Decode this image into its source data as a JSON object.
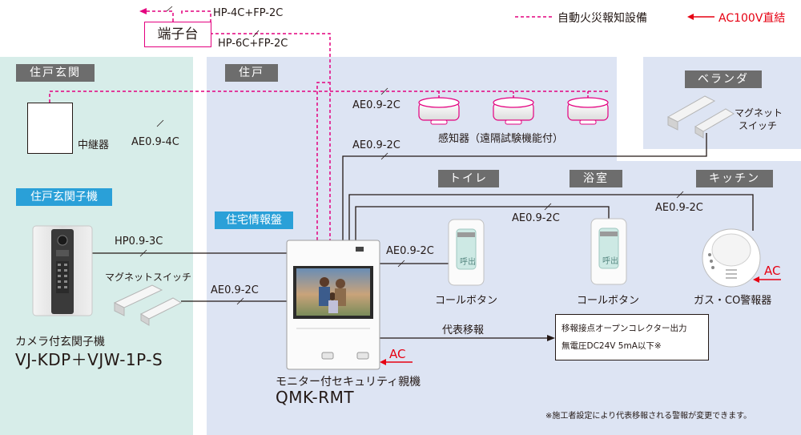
{
  "legend": {
    "fire_alarm": "自動火災報知設備",
    "ac_direct": "AC100V直結"
  },
  "terminal": {
    "label": "端子台",
    "cable_top": "HP-4C+FP-2C",
    "cable_bottom": "HP-6C+FP-2C"
  },
  "zones": {
    "entrance": "住戸玄関",
    "residence": "住戸",
    "veranda": "ベランダ",
    "toilet": "トイレ",
    "bath": "浴室",
    "kitchen": "キッチン"
  },
  "entrance": {
    "relay_label": "中継器",
    "relay_cable": "AE0.9-4C",
    "substation_tag": "住戸玄関子機",
    "substation_cable": "HP0.9-3C",
    "magnet_label": "マグネットスイッチ",
    "magnet_cable": "AE0.9-2C",
    "camera_label": "カメラ付玄関子機",
    "camera_model": "VJ-KDP＋VJW-1P-S"
  },
  "residence": {
    "sensor_cable": "AE0.9-2C",
    "sensor_label": "感知器（遠隔試験機能付）",
    "veranda_cable": "AE0.9-2C",
    "veranda_magnet_line1": "マグネット",
    "veranda_magnet_line2": "スイッチ",
    "panel_tag": "住宅情報盤",
    "call_cable_1": "AE0.9-2C",
    "call_cable_2": "AE0.9-2C",
    "gas_cable": "AE0.9-2C",
    "call_button_label_1": "コールボタン",
    "call_button_label_2": "コールボタン",
    "call_button_text": "呼出",
    "gas_label": "ガス・CO警報器",
    "gas_ac": "AC",
    "monitor_ac": "AC",
    "monitor_label": "モニター付セキュリティ親機",
    "monitor_model": "QMK-RMT",
    "rep_transfer_label": "代表移報",
    "note_line1": "移報接点オープンコレクター出力",
    "note_line2": "無電圧DC24V 5mA以下※",
    "footnote": "※施工者設定により代表移報される警報が変更できます。"
  },
  "colors": {
    "fire_line": "#e4007f",
    "ac_line": "#e60012",
    "entrance_bg": "#d7ede9",
    "residence_bg": "#dde4f3",
    "tag_gray": "#6d6d6d",
    "tag_blue": "#2aa0d8"
  }
}
